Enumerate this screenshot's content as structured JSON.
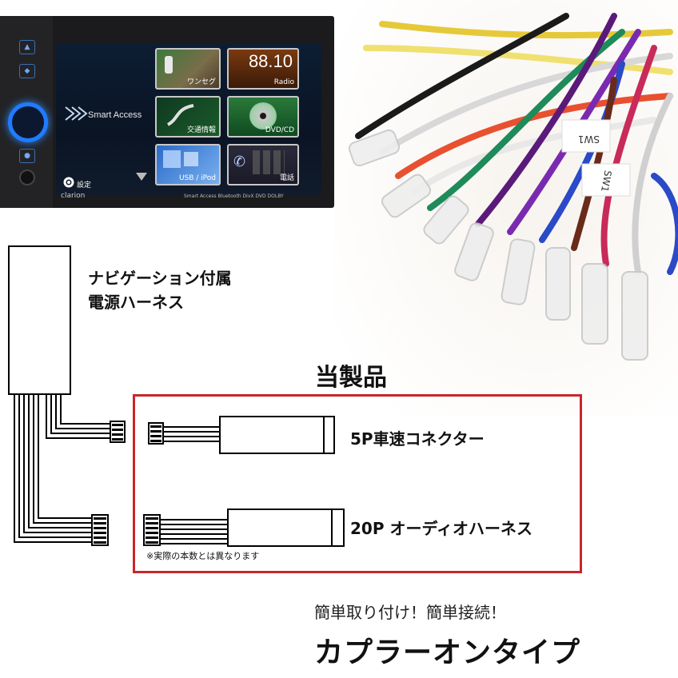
{
  "head_unit": {
    "brand": "clarion",
    "smart_access_label": "Smart Access",
    "settings_label": "設定",
    "footer_logos": "Smart Access  Bluetooth  DivX  DVD  DOLBY",
    "tiles": {
      "oneseg": "ワンセグ",
      "radio_freq": "88.10",
      "radio": "Radio",
      "traffic": "交通情報",
      "dvd": "DVD/CD",
      "usb": "USB / iPod",
      "phone": "電話"
    }
  },
  "harness_photo": {
    "tag_1": "SW1",
    "tag_2": "SW1"
  },
  "diagram": {
    "nav_harness_label_line1": "ナビゲーション付属",
    "nav_harness_label_line2": "電源ハーネス",
    "product_title": "当製品",
    "connector_5p": "5P車速コネクター",
    "connector_20p": "20P オーディオハーネス",
    "note": "※実際の本数とは異なります",
    "frame_color": "#c8262c"
  },
  "footer": {
    "tagline": "簡単取り付け！簡単接続！",
    "headline": "カプラーオンタイプ"
  }
}
